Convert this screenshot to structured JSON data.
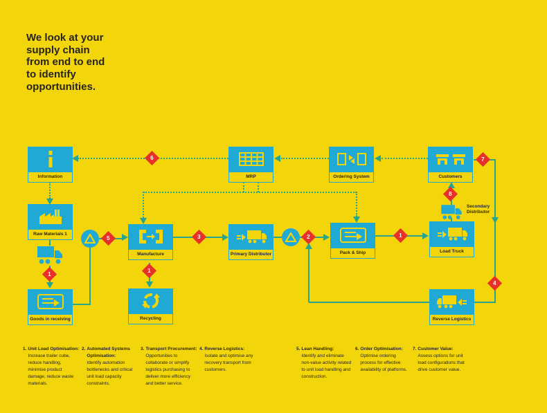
{
  "headline": "We look at your supply chain from end to end to identify opportunities.",
  "colors": {
    "background": "#F2D60B",
    "box": "#1FA9D4",
    "line": "#28A58F",
    "marker": "#E8302A",
    "text": "#29231E",
    "white": "#FFFFFF"
  },
  "nodes": {
    "information": "Information",
    "mrp": "MRP",
    "ordering_system": "Ordering System",
    "customers": "Customers",
    "raw_materials": "Raw Materials 1",
    "goods_in_receiving": "Goods in receiving",
    "manufacture": "Manufacture",
    "primary_distributor": "Primary Distributor",
    "pack_ship": "Pack & Ship",
    "load_truck": "Load Truck",
    "recycling": "Recycling",
    "reverse_logistics": "Reverse Logistics",
    "secondary_distributor": "Secondary Distributor"
  },
  "markers": {
    "mrp_to_information": "6",
    "customers_right": "7",
    "secondary_to_customers": "8",
    "raw_truck_to_goods": "1",
    "goods_to_manufacture": "5",
    "manufacture_to_primary": "3",
    "before_pack_ship": "2",
    "pack_ship_to_load_truck": "1",
    "manufacture_to_recycling": "1",
    "reverse_logistics_line": "4"
  },
  "legend": {
    "items": [
      {
        "num": "1.",
        "title": "Unit Load Optimisation:",
        "body": "Increase trailer cube, reduce handling, minimise product damage, reduce waste materials."
      },
      {
        "num": "2.",
        "title": "Automated Systems Optimisation:",
        "body": "Identify automation bottlenecks and critical unit load capacity constraints."
      },
      {
        "num": "3.",
        "title": "Transport Procurement:",
        "body": "Opportunities to collaborate or simplify logistics purchasing to deliver more efficiency and better service."
      },
      {
        "num": "4.",
        "title": "Reverse Logistics:",
        "body": "Isolate and optimise any recovery transport from customers."
      },
      {
        "num": "5.",
        "title": "Lean Handling:",
        "body": "Identify and eliminate non-value activity related to unit load handling and construction."
      },
      {
        "num": "6.",
        "title": "Order Optimisation:",
        "body": "Optimise ordering process for effective availability of platforms."
      },
      {
        "num": "7.",
        "title": "Customer Value:",
        "body": "Assess options for unit load configurations that drive customer value."
      }
    ]
  }
}
